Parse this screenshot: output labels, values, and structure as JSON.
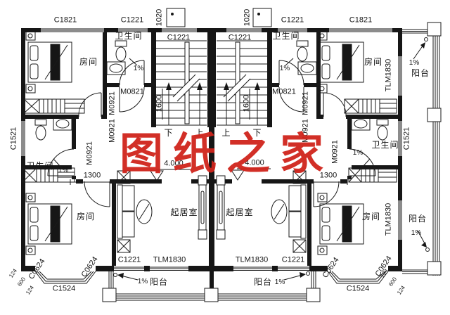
{
  "watermark": {
    "text": "图纸之家",
    "color": "#d0241c"
  },
  "labels": {
    "c1821": "C1821",
    "c1221": "C1221",
    "flue": "1020",
    "c1521": "C1521",
    "c1524": "C1524",
    "c0624": "C0624",
    "m0821": "M0821",
    "m0921": "M0921",
    "tlm1830": "TLM1830",
    "d1600": "1600",
    "d1300": "1300",
    "d124": "124",
    "d600": "600",
    "elevation": "4.000",
    "up": "上",
    "down": "下",
    "slope": "1%",
    "bedroom": "房间",
    "bathroom": "卫生间",
    "living": "起居室",
    "balcony": "阳台"
  },
  "colors": {
    "line": "#1a1a1a",
    "watermark_red": "#d0241c"
  }
}
